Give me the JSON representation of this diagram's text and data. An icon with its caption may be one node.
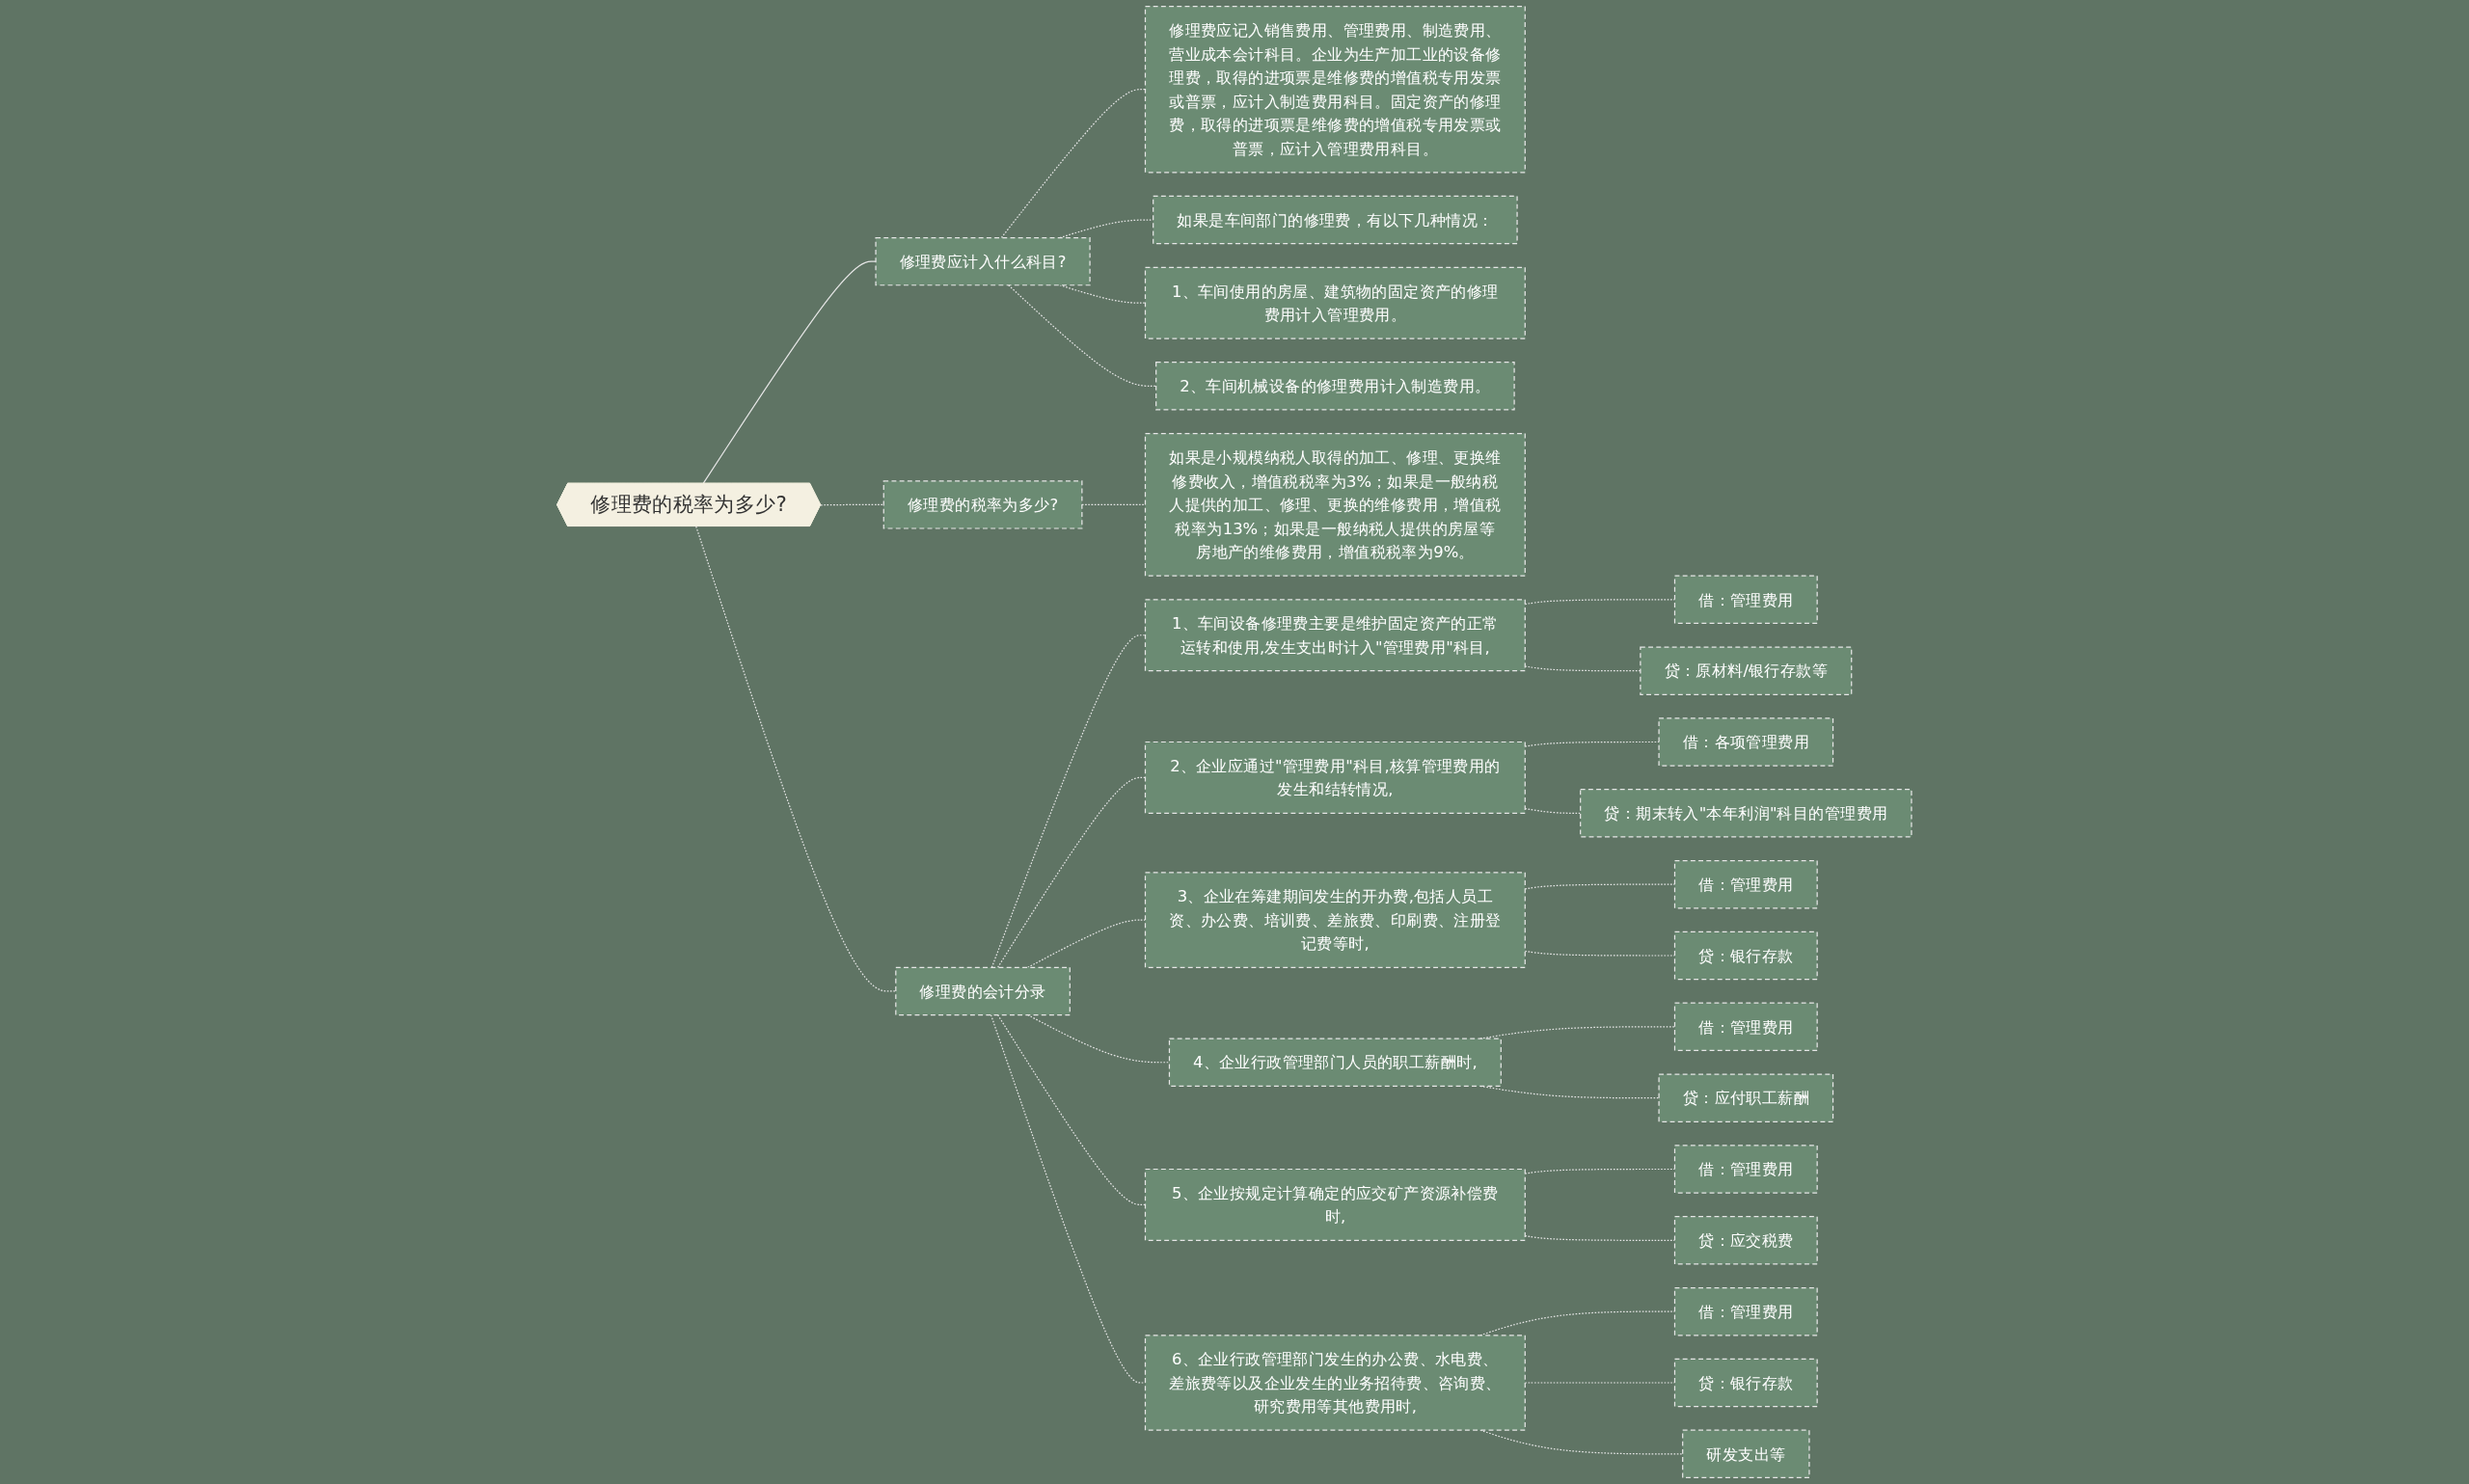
{
  "diagram": {
    "nodes": [
      {
        "text": [
          "修理费的税率为多少?"
        ]
      },
      {
        "text": [
          "修理费应计入什么科目?"
        ]
      },
      {
        "text": [
          "修理费应记入销售费用、管理费用、制造费用、营业成本会计科目。企业为生产加工业的设备修理费，取得的进项票是维修费的增值税专用发票或普票，应计入制造费用科目。固定资产的修理费，取得的进项票是维修费的增值税专用发票或普票，应计入管理费用科目。"
        ]
      },
      {
        "text": [
          "如果是车间部门的修理费，有以下几种情况："
        ]
      },
      {
        "text": [
          "1、车间使用的房屋、建筑物的固定资产的修理费用计入管理费用。"
        ]
      },
      {
        "text": [
          "2、车间机械设备的修理费用计入制造费用。"
        ]
      },
      {
        "text": [
          "修理费的税率为多少?"
        ]
      },
      {
        "text": [
          "如果是小规模纳税人取得的加工、修理、更换维修费收入，增值税税率为3%；如果是一般纳税人提供的加工、修理、更换的维修费用，增值税税率为13%；如果是一般纳税人提供的房屋等房地产的维修费用，增值税税率为9%。"
        ]
      },
      {
        "text": [
          "修理费的会计分录"
        ]
      },
      {
        "text": [
          "1、车间设备修理费主要是维护固定资产的正常运转和使用,发生支出时计入\"管理费用\"科目,"
        ]
      },
      {
        "text": [
          "借：管理费用"
        ]
      },
      {
        "text": [
          "贷：原材料/银行存款等"
        ]
      },
      {
        "text": [
          "2、企业应通过\"管理费用\"科目,核算管理费用的发生和结转情况,"
        ]
      },
      {
        "text": [
          "借：各项管理费用"
        ]
      },
      {
        "text": [
          "贷：期末转入\"本年利润\"科目的管理费用"
        ]
      },
      {
        "text": [
          "3、企业在筹建期间发生的开办费,包括人员工资、办公费、培训费、差旅费、印刷费、注册登记费等时,"
        ]
      },
      {
        "text": [
          "借：管理费用"
        ]
      },
      {
        "text": [
          "贷：银行存款"
        ]
      },
      {
        "text": [
          "4、企业行政管理部门人员的职工薪酬时,"
        ]
      },
      {
        "text": [
          "借：管理费用"
        ]
      },
      {
        "text": [
          "贷：应付职工薪酬"
        ]
      },
      {
        "text": [
          "5、企业按规定计算确定的应交矿产资源补偿费时,"
        ]
      },
      {
        "text": [
          "借：管理费用"
        ]
      },
      {
        "text": [
          "贷：应交税费"
        ]
      },
      {
        "text": [
          "6、企业行政管理部门发生的办公费、水电费、差旅费等以及企业发生的业务招待费、咨询费、研究费用等其他费用时,"
        ]
      },
      {
        "text": [
          "借：管理费用"
        ]
      },
      {
        "text": [
          "贷：银行存款"
        ]
      },
      {
        "text": [
          "研发支出等"
        ]
      }
    ],
    "edges": [
      {
        "from": 0,
        "to": 1,
        "arrow": "none"
      },
      {
        "from": 1,
        "to": 2,
        "arrow": "none",
        "style": "dashed"
      },
      {
        "from": 1,
        "to": 3,
        "arrow": "none",
        "style": "dashed"
      },
      {
        "from": 1,
        "to": 4,
        "arrow": "none",
        "style": "dashed"
      },
      {
        "from": 1,
        "to": 5,
        "arrow": "none",
        "style": "dashed"
      },
      {
        "from": 0,
        "to": 6,
        "arrow": "none",
        "style": "dashed"
      },
      {
        "from": 6,
        "to": 7,
        "arrow": "none",
        "style": "dashed"
      },
      {
        "from": 0,
        "to": 8,
        "arrow": "none",
        "style": "dashed"
      },
      {
        "from": 8,
        "to": 9,
        "arrow": "none",
        "style": "dashed"
      },
      {
        "from": 9,
        "to": 10,
        "arrow": "none",
        "style": "dashed"
      },
      {
        "from": 9,
        "to": 11,
        "arrow": "none",
        "style": "dashed"
      },
      {
        "from": 8,
        "to": 12,
        "arrow": "none",
        "style": "dashed"
      },
      {
        "from": 12,
        "to": 13,
        "arrow": "none",
        "style": "dashed"
      },
      {
        "from": 12,
        "to": 14,
        "arrow": "none",
        "style": "dashed"
      },
      {
        "from": 8,
        "to": 15,
        "arrow": "none",
        "style": "dashed"
      },
      {
        "from": 15,
        "to": 16,
        "arrow": "none",
        "style": "dashed"
      },
      {
        "from": 15,
        "to": 17,
        "arrow": "none",
        "style": "dashed"
      },
      {
        "from": 8,
        "to": 18,
        "arrow": "none",
        "style": "dashed"
      },
      {
        "from": 18,
        "to": 19,
        "arrow": "none",
        "style": "dashed"
      },
      {
        "from": 18,
        "to": 20,
        "arrow": "none",
        "style": "dashed"
      },
      {
        "from": 8,
        "to": 21,
        "arrow": "none",
        "style": "dashed"
      },
      {
        "from": 21,
        "to": 22,
        "arrow": "none",
        "style": "dashed"
      },
      {
        "from": 21,
        "to": 23,
        "arrow": "none",
        "style": "dashed"
      },
      {
        "from": 8,
        "to": 24,
        "arrow": "none",
        "style": "dashed"
      },
      {
        "from": 24,
        "to": 25,
        "arrow": "none",
        "style": "dashed"
      },
      {
        "from": 24,
        "to": 26,
        "arrow": "none",
        "style": "dashed"
      },
      {
        "from": 24,
        "to": 27,
        "arrow": "none",
        "style": "dashed"
      }
    ]
  }
}
